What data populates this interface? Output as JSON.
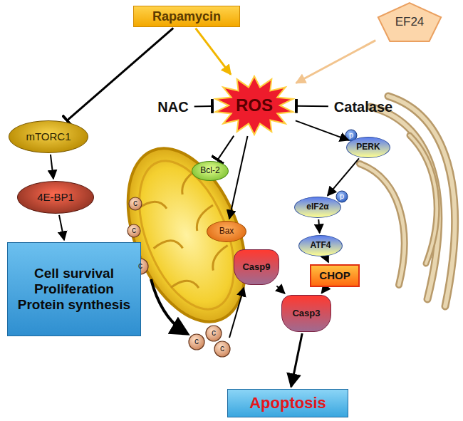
{
  "diagram": {
    "nodes": [
      {
        "text": [
          "Rapamycin"
        ]
      },
      {
        "text": [
          "EF24"
        ]
      },
      {
        "text": [
          "NAC"
        ]
      },
      {
        "text": [
          "ROS"
        ]
      },
      {
        "text": [
          "Catalase"
        ]
      },
      {
        "text": [
          "mTORC1"
        ]
      },
      {
        "text": [
          "4E-BP1"
        ]
      },
      {
        "text": [
          "Cell survival Proliferation Protein synthesis"
        ]
      },
      {
        "text": [
          "Bcl-2"
        ]
      },
      {
        "text": [
          "Bax"
        ]
      },
      {
        "text": [
          "PERK"
        ]
      },
      {
        "text": [
          "eIF2α"
        ]
      },
      {
        "text": [
          "ATF4"
        ]
      },
      {
        "text": [
          "CHOP"
        ]
      },
      {
        "text": [
          "Casp9"
        ]
      },
      {
        "text": [
          "Casp3"
        ]
      },
      {
        "text": [
          "Apoptosis"
        ]
      }
    ],
    "edges": [
      {
        "from": 0,
        "to": 5,
        "arrow": "to"
      },
      {
        "from": 0,
        "to": 3,
        "arrow": "to"
      },
      {
        "from": 1,
        "to": 3,
        "arrow": "to"
      },
      {
        "from": 2,
        "to": 3,
        "arrow": "to"
      },
      {
        "from": 4,
        "to": 3,
        "arrow": "to"
      },
      {
        "from": 5,
        "to": 6,
        "arrow": "to"
      },
      {
        "from": 6,
        "to": 7,
        "arrow": "to"
      },
      {
        "from": 3,
        "to": 8,
        "arrow": "to"
      },
      {
        "from": 3,
        "to": 9,
        "arrow": "to"
      },
      {
        "from": 3,
        "to": 10,
        "arrow": "to"
      },
      {
        "from": 10,
        "to": 11,
        "arrow": "to"
      },
      {
        "from": 11,
        "to": 12,
        "arrow": "to"
      },
      {
        "from": 12,
        "to": 13,
        "arrow": "to"
      },
      {
        "from": 14,
        "to": 15,
        "arrow": "to"
      },
      {
        "from": 13,
        "to": 15,
        "arrow": "to"
      },
      {
        "from": 15,
        "to": 16,
        "arrow": "to"
      }
    ],
    "labels": [
      "c",
      "c",
      "c",
      "c",
      "c",
      "c",
      "p",
      "p"
    ]
  }
}
